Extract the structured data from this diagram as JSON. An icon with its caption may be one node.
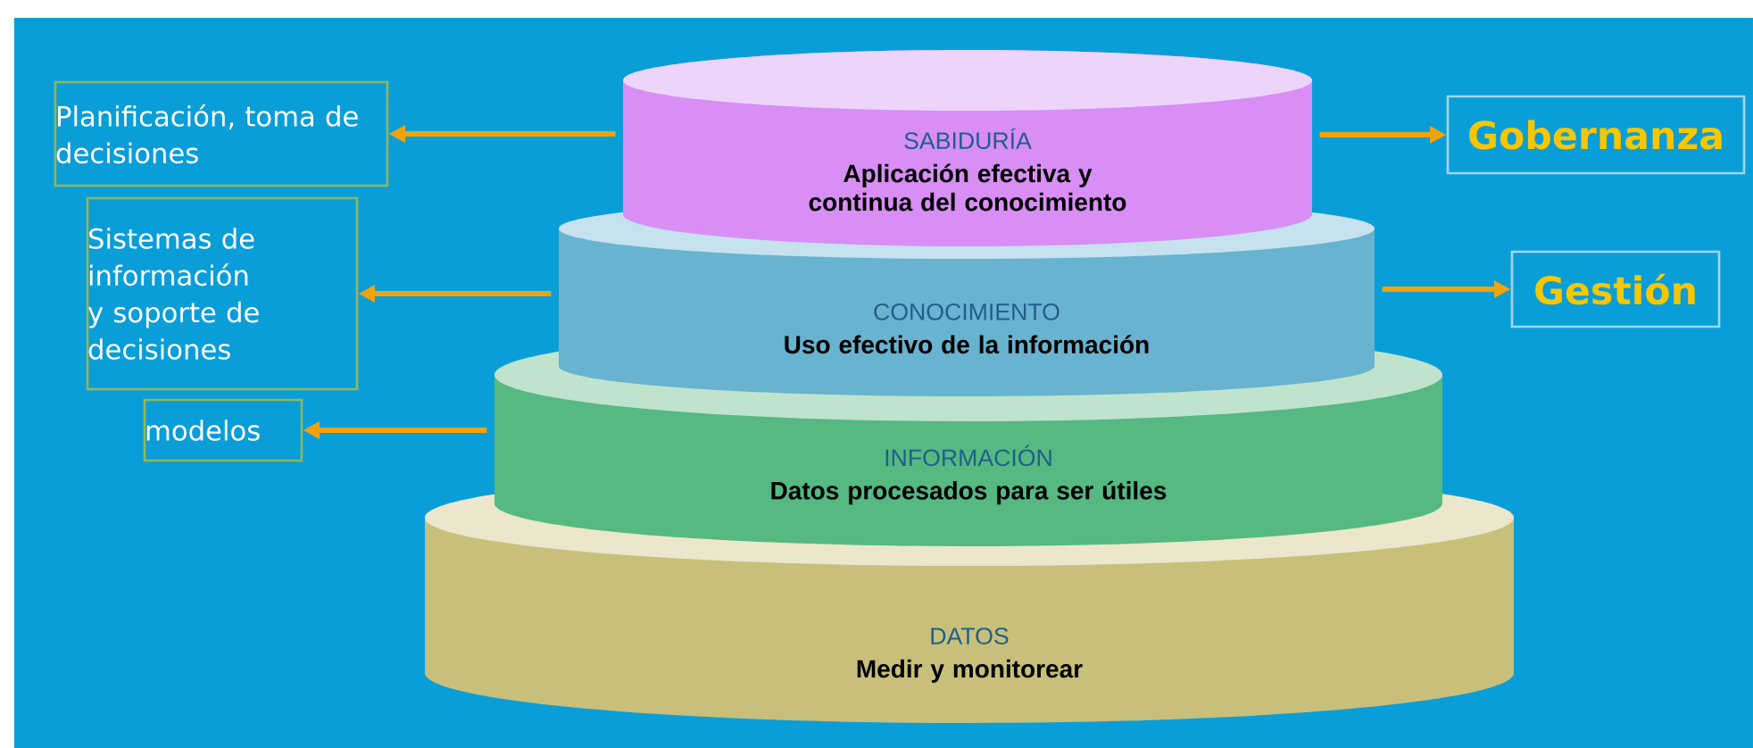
{
  "diagram": {
    "nodes": [
      {
        "text": [
          "SABIDURÍA",
          "Aplicación efectiva y continua del conocimiento"
        ]
      },
      {
        "text": [
          "CONOCIMIENTO",
          "Uso efectivo de la información"
        ]
      },
      {
        "text": [
          "INFORMACIÓN",
          "Datos procesados para ser útiles"
        ]
      },
      {
        "text": [
          "DATOS",
          "Medir y monitorear"
        ]
      },
      {
        "text": [
          "Planificación, toma de decisiones"
        ]
      },
      {
        "text": [
          "Sistemas de información y soporte de decisiones"
        ]
      },
      {
        "text": [
          "modelos"
        ]
      },
      {
        "text": [
          "Gobernanza"
        ]
      },
      {
        "text": [
          "Gestión"
        ]
      }
    ],
    "edges": [
      {
        "from": 0,
        "to": 4,
        "arrow": "to"
      },
      {
        "from": 1,
        "to": 5,
        "arrow": "to"
      },
      {
        "from": 2,
        "to": 6,
        "arrow": "to"
      },
      {
        "from": 0,
        "to": 7,
        "arrow": "to"
      },
      {
        "from": 1,
        "to": 8,
        "arrow": "to"
      }
    ]
  }
}
